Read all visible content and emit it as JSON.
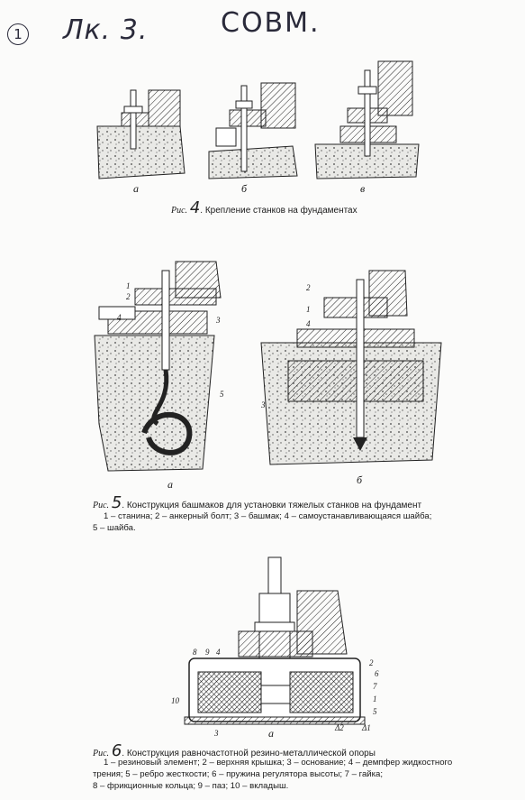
{
  "header": {
    "circle_number": "1",
    "handwritten_lecture": "Лк. 3.",
    "handwritten_subject": "СОВМ."
  },
  "fig4": {
    "ris": "Рис.",
    "number": "4",
    "caption": ". Крепление станков на фундаментах",
    "sub_a": "а",
    "sub_b": "б",
    "sub_v": "в"
  },
  "fig5": {
    "ris": "Рис.",
    "number": "5",
    "caption": ". Конструкция башмаков для установки тяжелых станков на фундамент",
    "legend_line1": "1 – станина; 2 – анкерный болт; 3 – башмак; 4 – самоустанавливающаяся шайба;",
    "legend_line2": "5 – шайба.",
    "sub_a": "а",
    "sub_b": "б",
    "labels_a": [
      "1",
      "2",
      "3",
      "4",
      "5"
    ],
    "labels_b": [
      "2",
      "1",
      "4",
      "3"
    ]
  },
  "fig6": {
    "ris": "Рис.",
    "number": "6",
    "caption": ". Конструкция равночастотной резино-металлической опоры",
    "legend_line1": "1 – резиновый элемент; 2 – верхняя крышка; 3 – основание; 4 – демпфер жидкостного",
    "legend_line2": "трения; 5 – ребро жесткости; 6 – пружина регулятора высоты; 7 – гайка;",
    "legend_line3": "8 – фрикционные кольца; 9 – паз; 10 – вкладыш.",
    "sub_a": "а",
    "labels": [
      "8",
      "9",
      "4",
      "2",
      "6",
      "7",
      "1",
      "5",
      "10",
      "3"
    ],
    "dim1": "Δ2",
    "dim2": "Δ1"
  }
}
